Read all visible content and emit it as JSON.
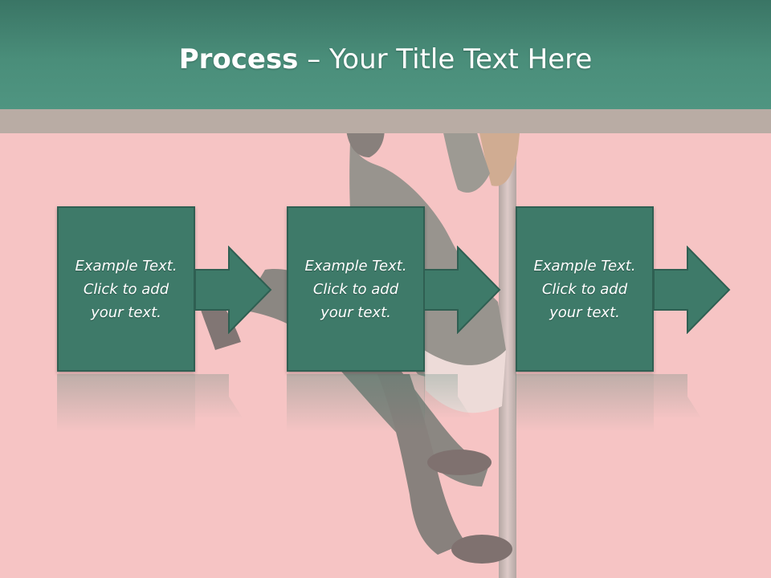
{
  "title": {
    "bold": "Process",
    "rest": " – Your Title Text Here"
  },
  "steps": [
    {
      "line1": "Example Text.",
      "line2": "Click  to add",
      "line3": "your text."
    },
    {
      "line1": "Example Text.",
      "line2": "Click  to add",
      "line3": "your text."
    },
    {
      "line1": "Example Text.",
      "line2": "Click  to add",
      "line3": "your text."
    }
  ],
  "colors": {
    "background": "#f6c4c4",
    "header": "#4a8e7a",
    "band": "#b9aca4",
    "box": "#3e7a69",
    "box_border": "#2f5f52"
  }
}
